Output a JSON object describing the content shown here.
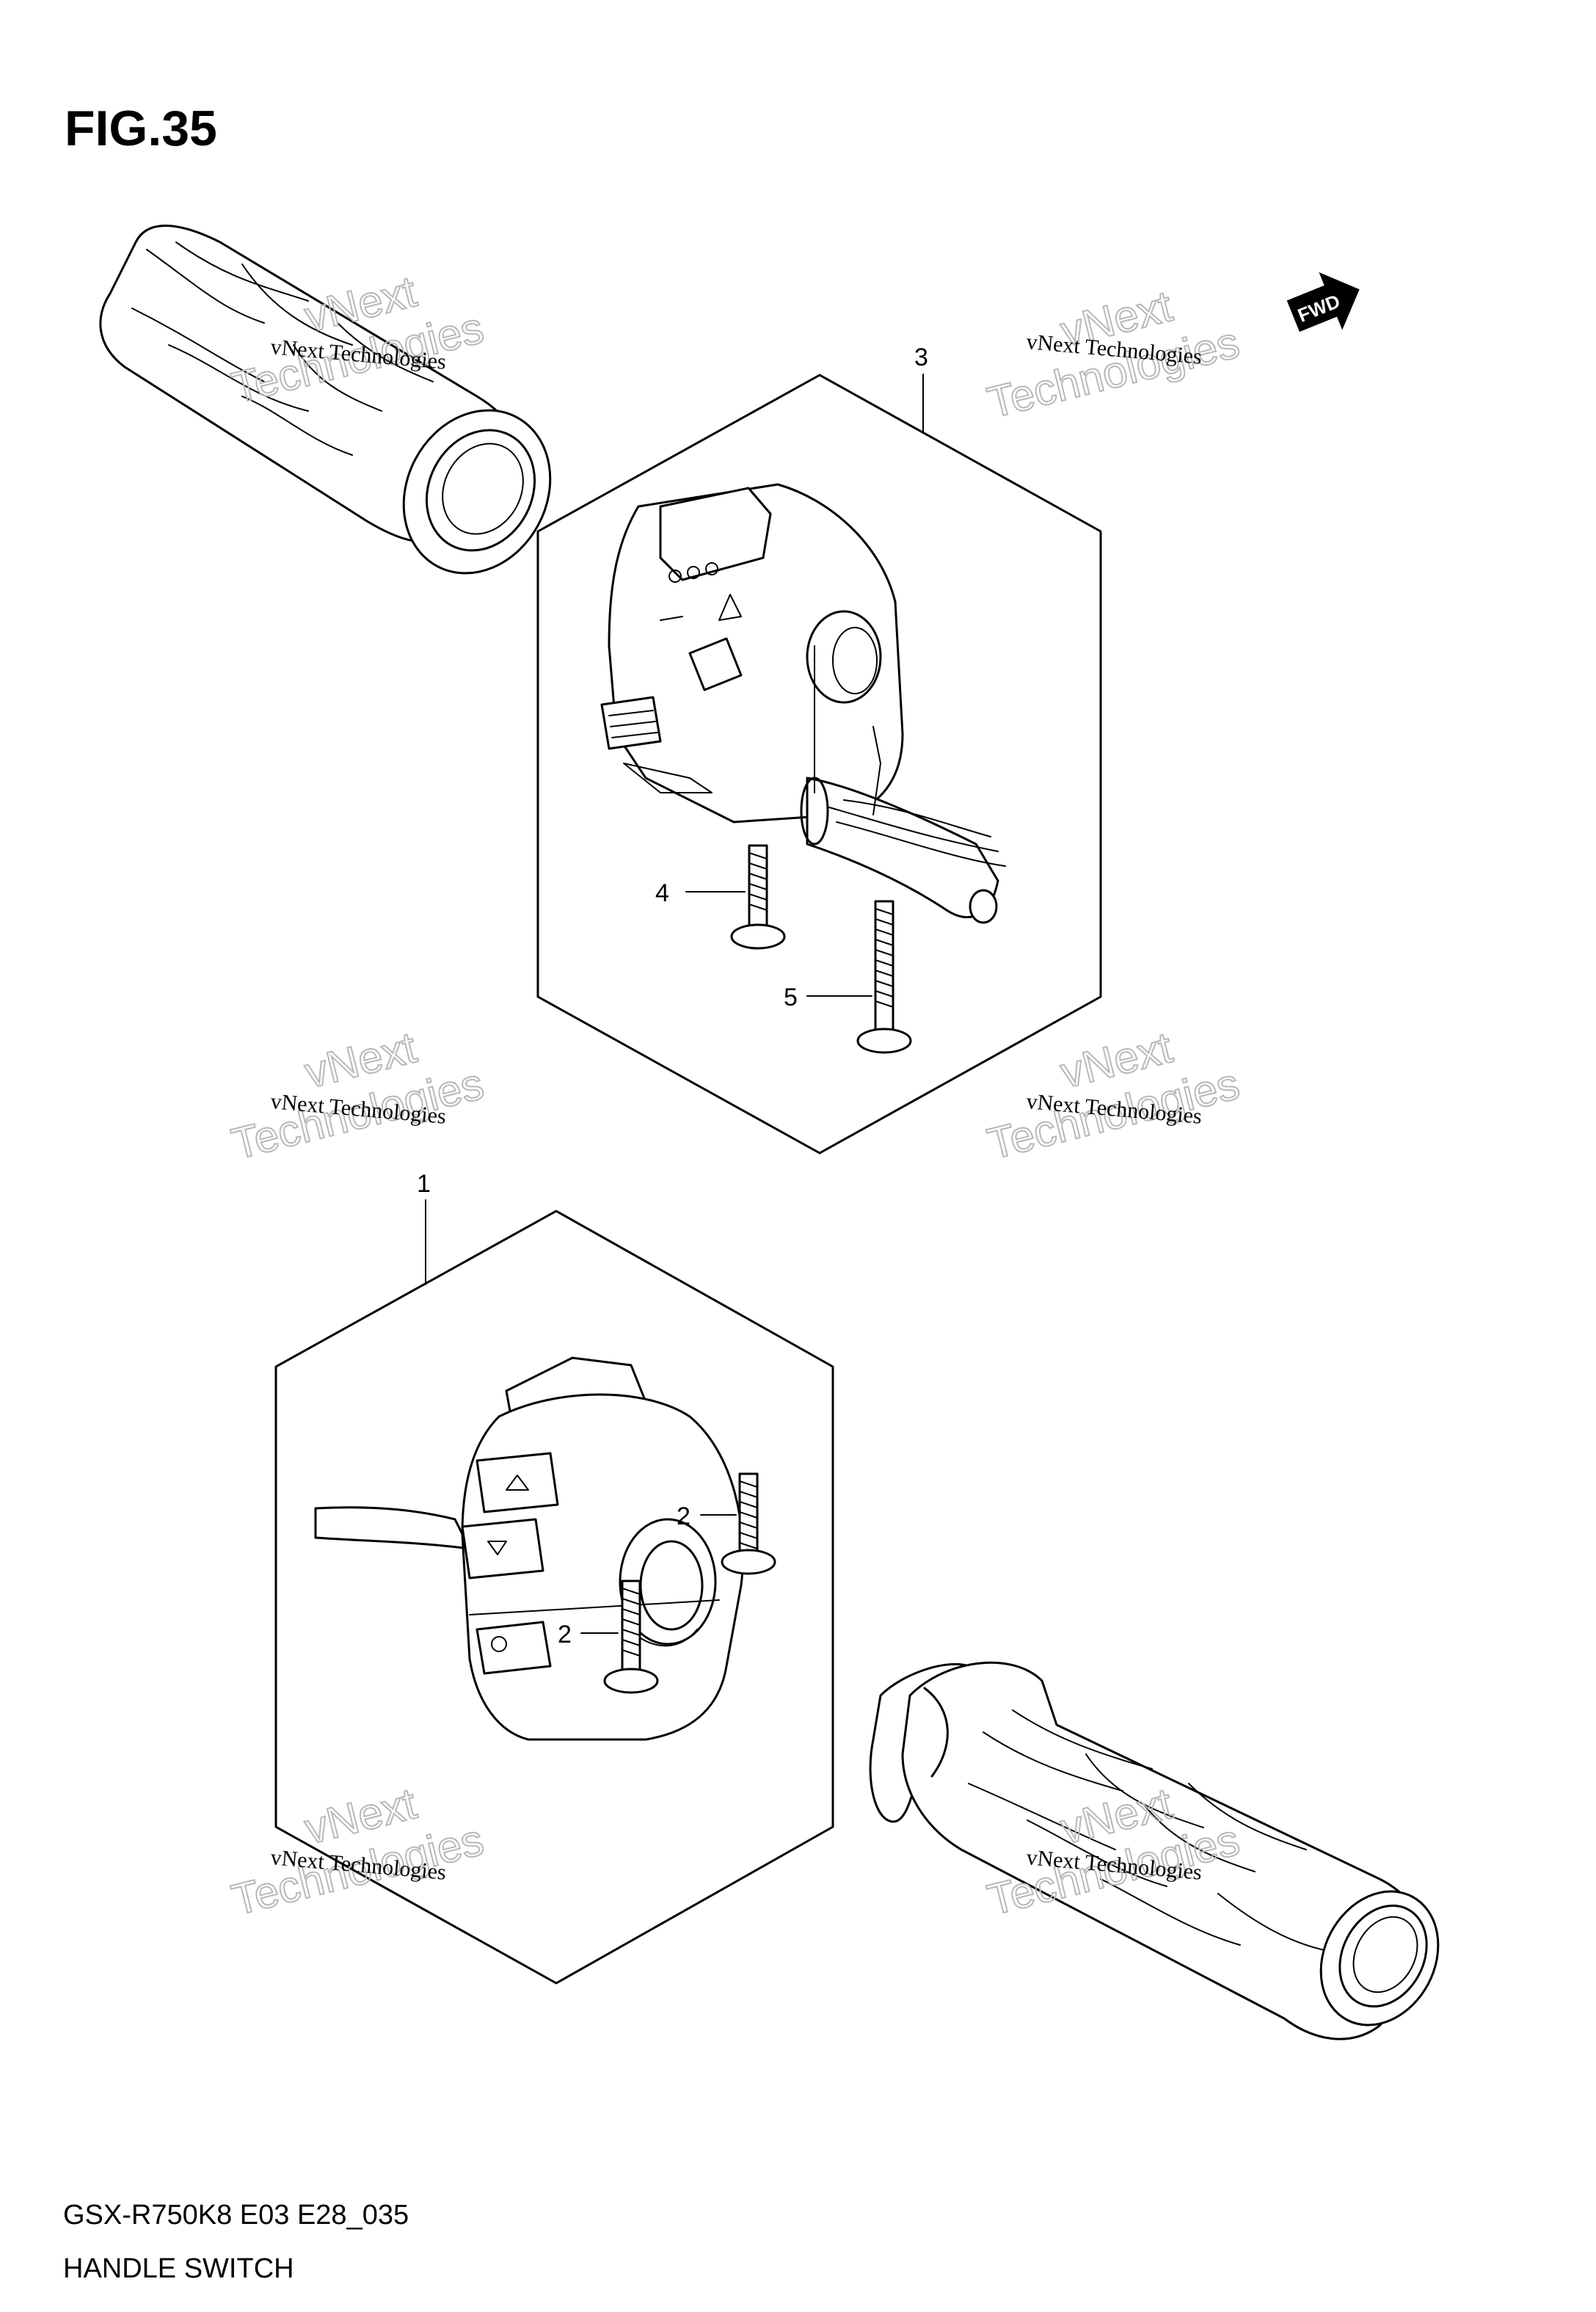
{
  "figure": {
    "title": "FIG.35",
    "caption_code": "GSX-R750K8 E03 E28_035",
    "caption_name": "HANDLE SWITCH",
    "fwd_label": "FWD"
  },
  "callouts": {
    "part_1": "1",
    "part_2a": "2",
    "part_2b": "2",
    "part_3": "3",
    "part_4": "4",
    "part_5": "5"
  },
  "watermark": {
    "small": "vNext Technologies",
    "big_top": "vNext",
    "big_bottom": "Technologies"
  },
  "icons": [
    "grip-left-icon",
    "grip-right-icon",
    "handle-switch-left-icon",
    "handle-switch-right-icon",
    "screw-icon",
    "fwd-arrow-icon"
  ]
}
